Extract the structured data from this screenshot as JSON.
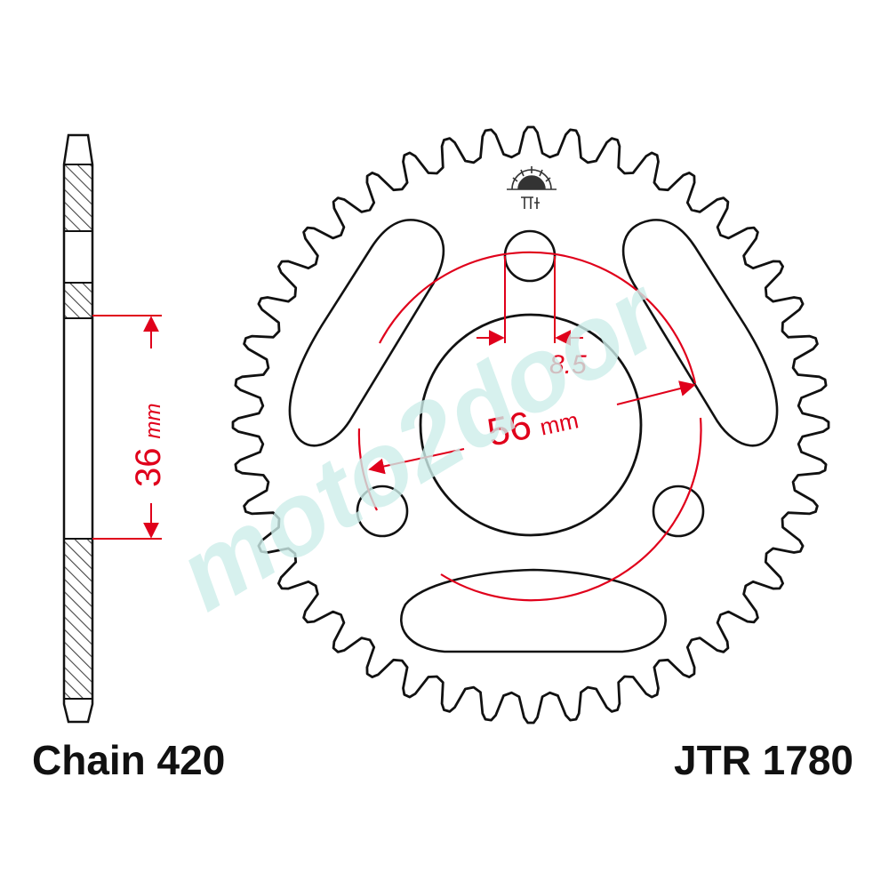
{
  "labels": {
    "chain": "Chain 420",
    "part_number": "JTR 1780",
    "thickness_value": "36",
    "thickness_unit": "mm",
    "bore_value": "56",
    "bore_unit": "mm",
    "bolt_hole_value": "8.5",
    "watermark": "moto2door"
  },
  "sprocket": {
    "teeth": 44
  },
  "colors": {
    "outline": "#111111",
    "dimension": "#e0001b",
    "hatch": "#444444",
    "watermark": "#cdeeea"
  },
  "icons": {
    "logo": "jt-sunrise-logo-icon"
  }
}
